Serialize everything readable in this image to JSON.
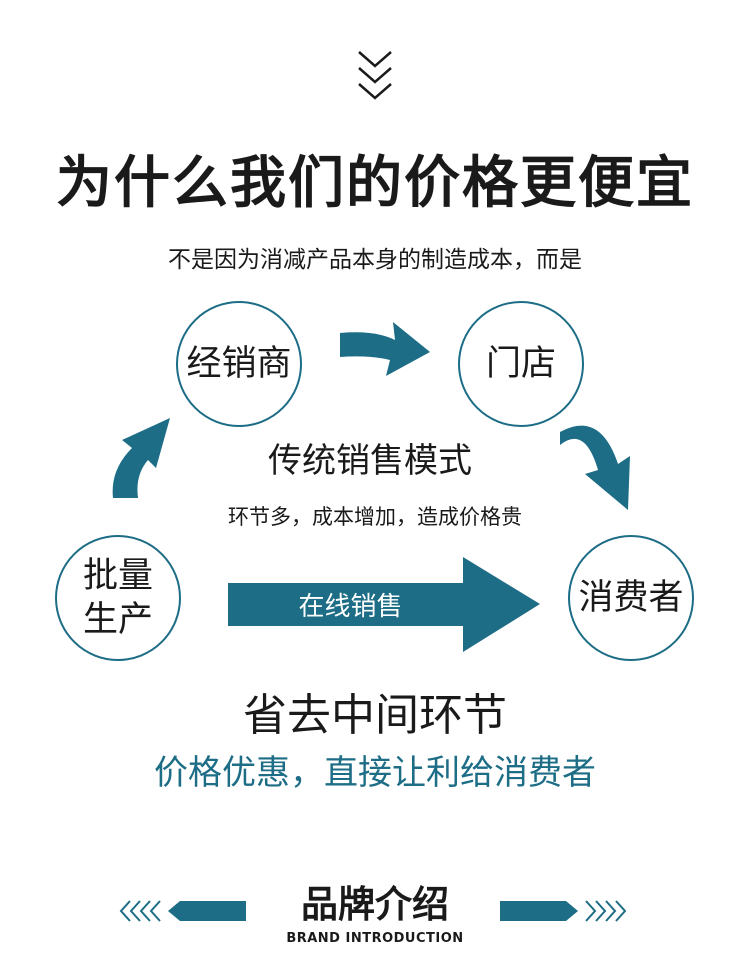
{
  "title": "为什么我们的价格更便宜",
  "subtitle": "不是因为消减产品本身的制造成本，而是",
  "nodes": {
    "distributor": "经销商",
    "store": "门店",
    "mass_production": "批量生产",
    "consumer": "消费者"
  },
  "traditional": {
    "label": "传统销售模式",
    "note": "环节多，成本增加，造成价格贵"
  },
  "online": {
    "label": "在线销售"
  },
  "headline": "省去中间环节",
  "headline_sub": "价格优惠，直接让利给消费者",
  "brand": {
    "title": "品牌介绍",
    "subtitle": "BRAND INTRODUCTION"
  },
  "icons": [
    "chevron-down-icon",
    "arrow-right-icon",
    "arrow-curved-icon",
    "chevron-left-icon",
    "chevron-right-icon"
  ],
  "colors": {
    "accent": "#1d6d86",
    "text": "#1a1a1a",
    "background": "#ffffff"
  }
}
